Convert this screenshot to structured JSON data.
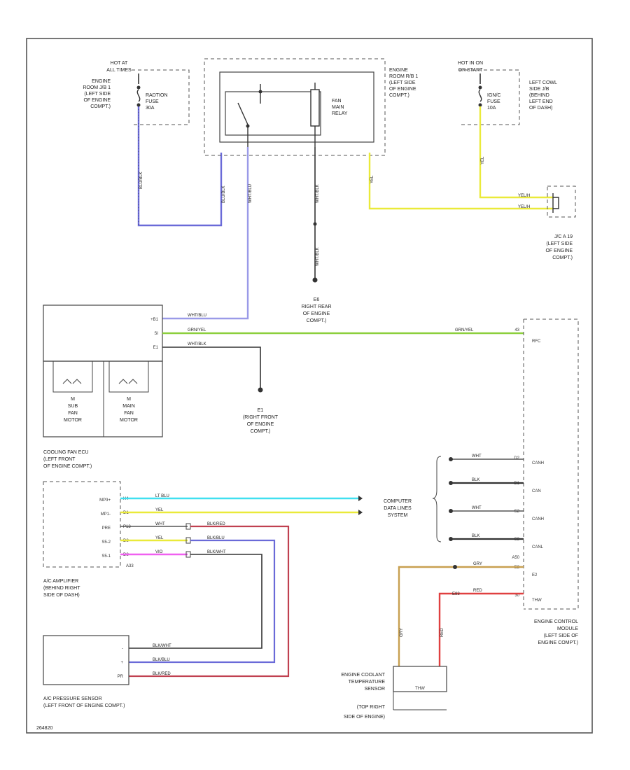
{
  "colors": {
    "blue_wire": "#6a6ad8",
    "light_blue_wire": "#9a9ae8",
    "green_wire": "#8ccf3c",
    "yellow_wire": "#eaea3a",
    "cyan_wire": "#40e0f0",
    "pink_wire": "#f060f0",
    "red_wire": "#e04040",
    "tan_wire": "#c8a050",
    "black_wire": "#333333"
  },
  "labels": {
    "hot_alt": [
      "HOT AT",
      "ALL TIMES"
    ],
    "eng_rb1_left": [
      "ENGINE",
      "ROOM J/B 1",
      "(LEFT SIDE",
      "OF ENGINE",
      "COMPT.)"
    ],
    "rad_fuse": [
      "RADTION",
      "FUSE",
      "30A"
    ],
    "eng_rb1_right": [
      "ENGINE",
      "ROOM R/B 1",
      "(LEFT SIDE",
      "OF ENGINE",
      "COMPT.)"
    ],
    "fan_relay": [
      "FAN",
      "MAIN",
      "RELAY"
    ],
    "hot_run": [
      "HOT IN ON",
      "OR START"
    ],
    "cowl_jb": [
      "LEFT COWL",
      "SIDE J/B",
      "(BEHIND",
      "LEFT END",
      "OF DASH)"
    ],
    "igm_fuse": [
      "IGN/C",
      "FUSE",
      "10A"
    ],
    "jc": [
      "J/C A 19",
      "(LEFT SIDE",
      "OF ENGINE",
      "COMPT.)"
    ],
    "ground_e6": [
      "E6",
      "RIGHT REAR",
      "OF ENGINE",
      "COMPT.)"
    ],
    "ground_e1": [
      "E1",
      "(RIGHT FRONT",
      "OF ENGINE",
      "COMPT.)"
    ],
    "sub_motor": [
      "M",
      "SUB",
      "FAN",
      "MOTOR"
    ],
    "main_motor": [
      "M",
      "MAIN",
      "FAN",
      "MOTOR"
    ],
    "cooling_ecu": [
      "COOLING FAN ECU",
      "(LEFT FRONT",
      "OF ENGINE COMPT.)"
    ],
    "ac_amp": [
      "A/C AMPLIFIER",
      "(BEHIND RIGHT",
      "SIDE OF DASH)"
    ],
    "ac_sensor": [
      "A/C PRESSURE SENSOR",
      "(LEFT FRONT OF ENGINE COMPT.)"
    ],
    "computer_data": [
      "COMPUTER",
      "DATA LINES",
      "SYSTEM"
    ],
    "ecm": [
      "ENGINE CONTROL",
      "MODULE",
      "(LEFT SIDE OF",
      "ENGINE COMPT.)"
    ],
    "ect_sensor": [
      "ENGINE COOLANT",
      "TEMPERATURE",
      "SENSOR",
      "(TOP RIGHT",
      "SIDE OF ENGINE)"
    ],
    "footer_id": "264820"
  },
  "wire_labels": {
    "blu_left": "BLU/BLK",
    "blu_right": "BLU/BLK",
    "wht_blu": "WHT/BLU",
    "wht_blk": "WHT/BLK",
    "wht_blk2": "WHT/BLK",
    "yel": "YEL",
    "yel2": "YEL",
    "yel_h1": "YEL/H",
    "yel_h2": "YEL/H",
    "ecu_wht_blu": "WHT/BLU",
    "ecu_grn": "GRN/YEL",
    "ecu_grn_right": "GRN/YEL",
    "ecu_wht_blk": "WHT/BLK",
    "amp_lt_blu": "LT BLU",
    "amp_yel": "YEL",
    "amp_wht": "WHT",
    "amp_yel2": "YEL",
    "amp_vio": "VIO",
    "amp_r1": "BLK/RED",
    "amp_r2": "BLK/BLU",
    "amp_r3": "BLK/WHT",
    "data_wht1": "WHT",
    "data_blk1": "BLK",
    "data_wht2": "WHT",
    "data_blk2": "BLK",
    "ect_gry": "GRY",
    "ect_red": "RED",
    "ect_gry_v": "GRY",
    "ect_red_v": "RED",
    "sensor_blk_wht": "BLK/WHT",
    "sensor_blk_blu": "BLK/BLU",
    "sensor_blk_red": "BLK/RED"
  },
  "pins": {
    "ecu_pins": [
      "+B1",
      "SI",
      "E1"
    ],
    "amp_pins": [
      "MP3+",
      "MP1-",
      "PRE",
      "S5-2",
      "S5-1"
    ],
    "amp_nums": [
      "H4",
      "D1",
      "P13",
      "D8",
      "D8"
    ],
    "amp_conn": "A33",
    "ecm_pins": [
      "RFC",
      "CANH",
      "CAN",
      "CANH",
      "CANL",
      "E2",
      "THW"
    ],
    "ecm_nums": [
      "43",
      "D2",
      "D1",
      "S2",
      "S3",
      "E2",
      "30"
    ],
    "ecm_conn": "A50",
    "ect_conn": "E83",
    "sensor_pins": [
      "-",
      "+",
      "PR"
    ],
    "ect_inner": "THW"
  }
}
